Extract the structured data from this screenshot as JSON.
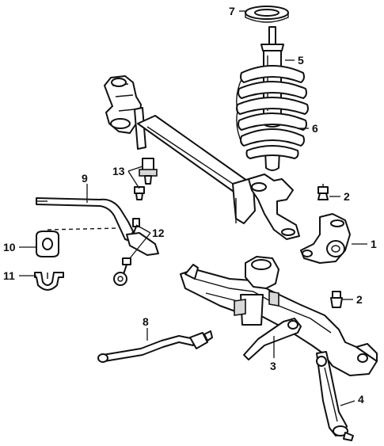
{
  "callouts": {
    "c1": "1",
    "c2a": "2",
    "c2b": "2",
    "c3": "3",
    "c4": "4",
    "c5": "5",
    "c6": "6",
    "c7": "7",
    "c8": "8",
    "c9": "9",
    "c10": "10",
    "c11": "11",
    "c12": "12",
    "c13": "13"
  },
  "colors": {
    "ink": "#111111",
    "background": "#ffffff"
  }
}
